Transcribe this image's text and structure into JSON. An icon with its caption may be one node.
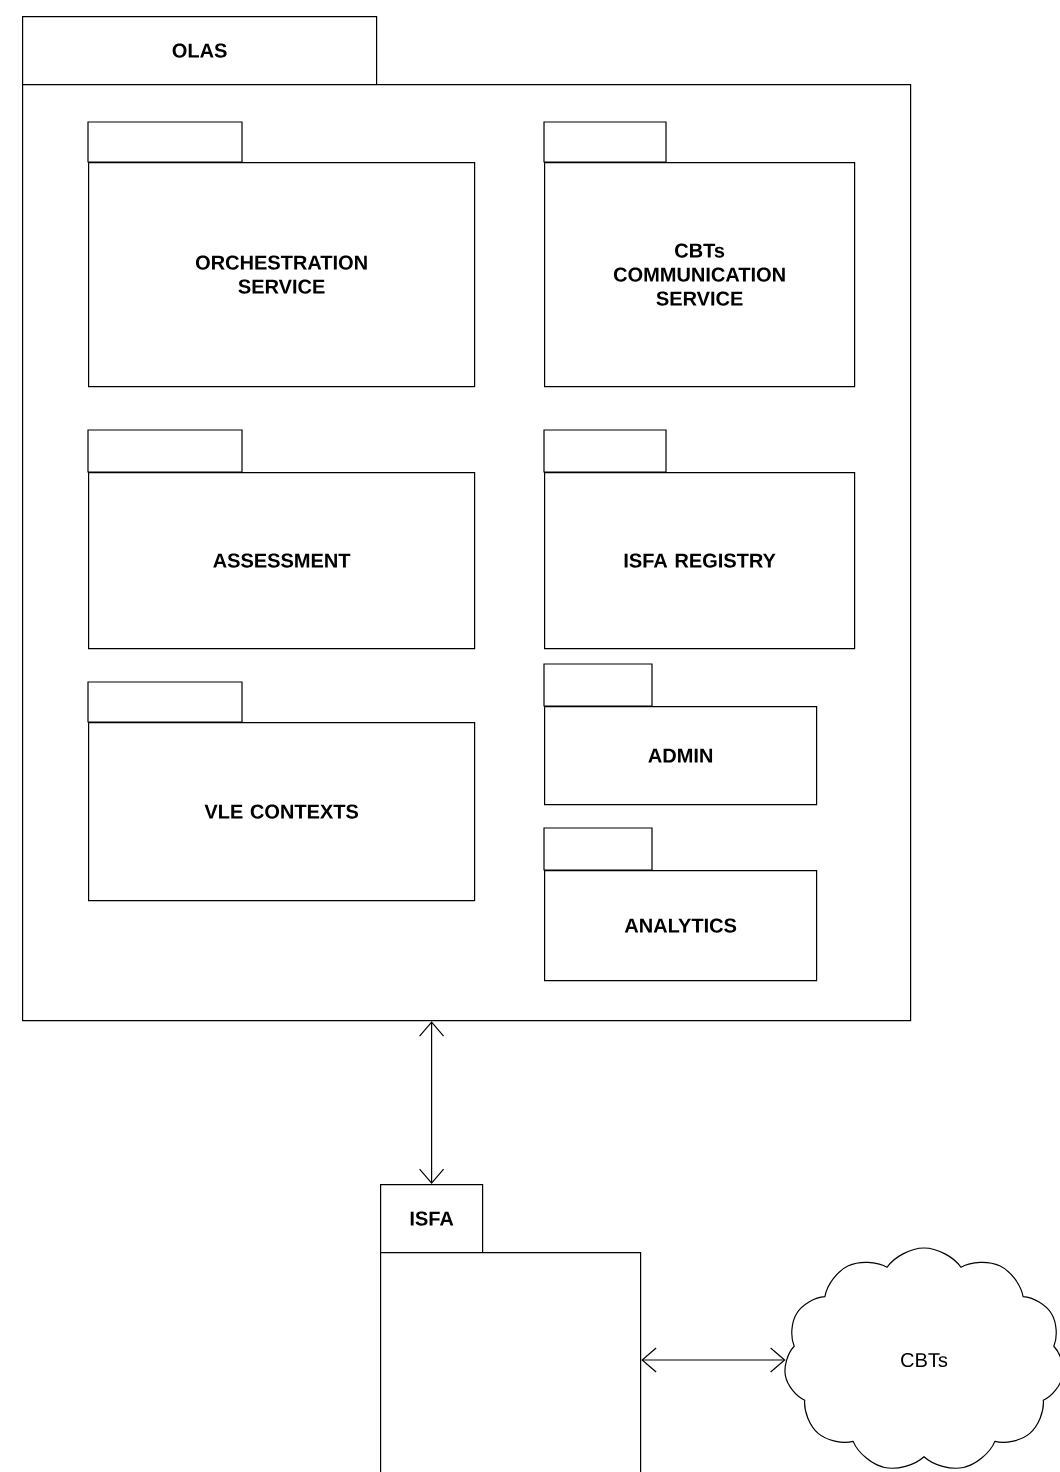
{
  "diagram": {
    "nodes": [
      {
        "text": [
          "OLAS"
        ]
      },
      {
        "text": [
          "ORCHESTRATION SERVICE"
        ],
        "in": 0
      },
      {
        "text": [
          "CBTs COMMUNICATION SERVICE"
        ],
        "in": 0
      },
      {
        "text": [
          "ASSESSMENT"
        ],
        "in": 0
      },
      {
        "text": [
          "ISFA REGISTRY"
        ],
        "in": 0
      },
      {
        "text": [
          "VLE CONTEXTS"
        ],
        "in": 0
      },
      {
        "text": [
          "ADMIN"
        ],
        "in": 0
      },
      {
        "text": [
          "ANALYTICS"
        ],
        "in": 0
      },
      {
        "text": [
          "ISFA"
        ]
      },
      {
        "text": [
          "CBTs"
        ]
      }
    ],
    "edges": [
      {
        "from": 0,
        "to": 8,
        "arrow": "both"
      },
      {
        "from": 8,
        "to": 9,
        "arrow": "both"
      }
    ]
  }
}
